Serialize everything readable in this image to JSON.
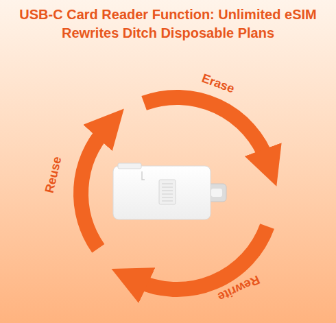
{
  "diagram": {
    "title": "USB-C Card Reader Function: Unlimited eSIM Rewrites Ditch Disposable Plans",
    "labels": [
      "Erase",
      "Rewrite",
      "Reuse"
    ]
  }
}
